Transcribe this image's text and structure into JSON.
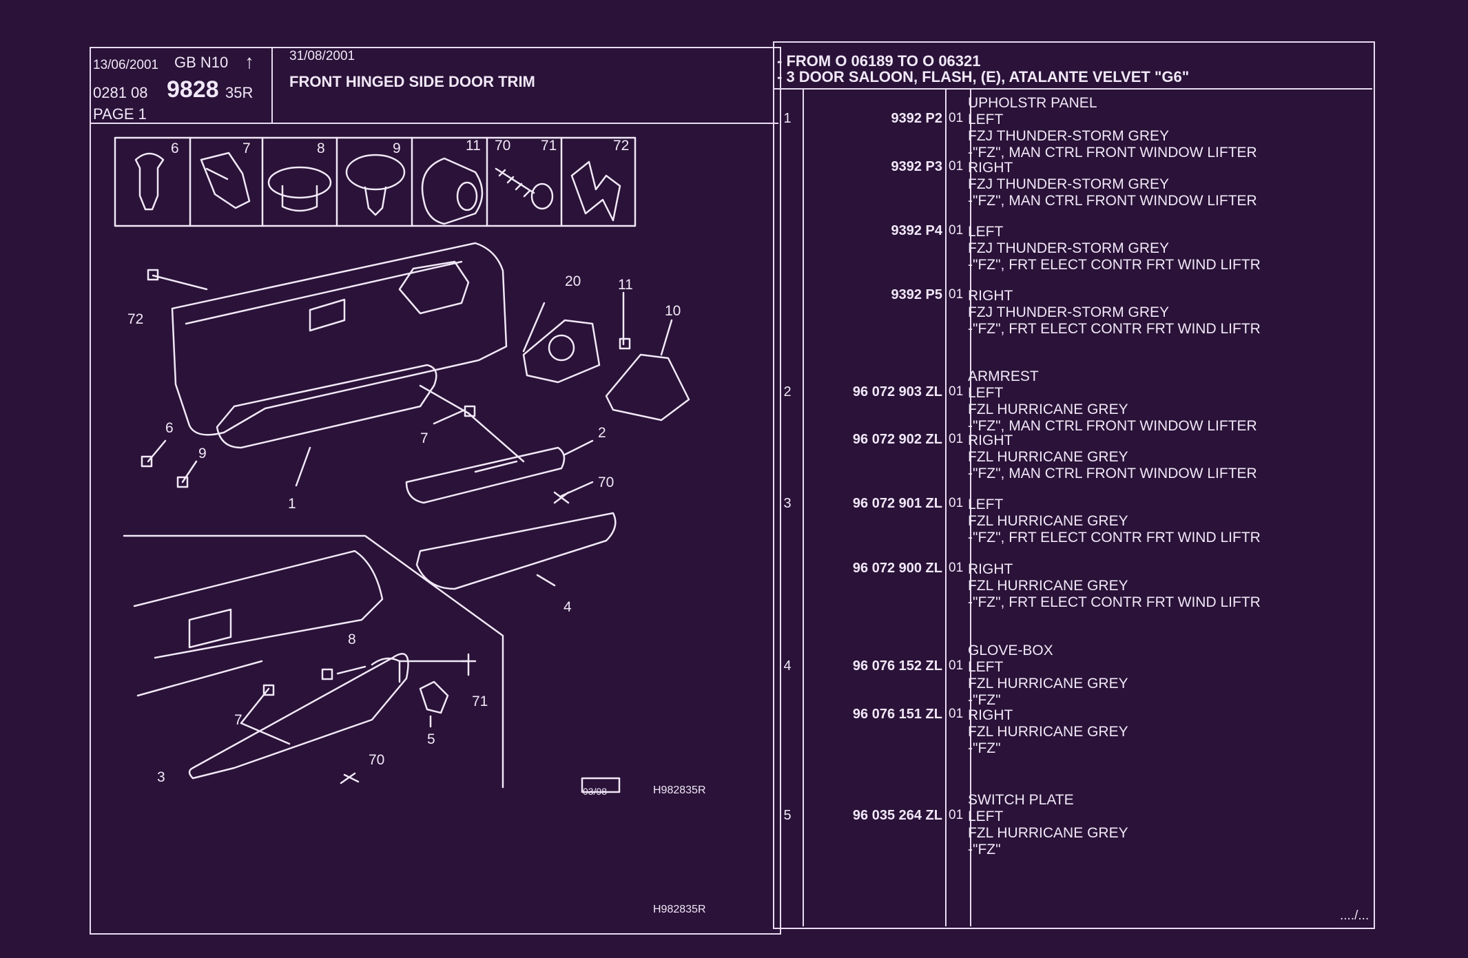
{
  "header": {
    "date1": "13/06/2001",
    "market": "GB N10",
    "arrow": "↑",
    "code_prefix": "0281 08",
    "code_main": "9828",
    "code_suffix": "35R",
    "page": "PAGE 1",
    "date2": "31/08/2001",
    "title": "FRONT HINGED SIDE DOOR TRIM",
    "range": "- FROM O 06189 TO O 06321",
    "model": "- 3 DOOR SALOON, FLASH, (E), ATALANTE VELVET \"G6\""
  },
  "diagram": {
    "thumb_labels": [
      "6",
      "7",
      "8",
      "9",
      "11",
      "70",
      "71",
      "72"
    ],
    "callouts": [
      "72",
      "20",
      "11",
      "10",
      "6",
      "9",
      "7",
      "2",
      "70",
      "1",
      "4",
      "8",
      "71",
      "7",
      "5",
      "3",
      "70"
    ],
    "stamp": "03/98",
    "ref_code": "H982835R",
    "ref_code_bottom": "H982835R"
  },
  "parts": [
    {
      "idx": "1",
      "ref": "9392 P2",
      "qty": "01",
      "heading": "UPHOLSTR PANEL",
      "lines": [
        "LEFT",
        "FZJ THUNDER-STORM GREY",
        "-\"FZ\", MAN CTRL FRONT WINDOW LIFTER"
      ]
    },
    {
      "idx": "",
      "ref": "9392 P3",
      "qty": "01",
      "heading": "",
      "lines": [
        "RIGHT",
        "FZJ THUNDER-STORM GREY",
        "-\"FZ\", MAN CTRL FRONT WINDOW LIFTER"
      ]
    },
    {
      "idx": "",
      "ref": "9392 P4",
      "qty": "01",
      "heading": "",
      "lines": [
        "LEFT",
        "FZJ THUNDER-STORM GREY",
        "-\"FZ\", FRT ELECT CONTR FRT WIND LIFTR"
      ]
    },
    {
      "idx": "",
      "ref": "9392 P5",
      "qty": "01",
      "heading": "",
      "lines": [
        "RIGHT",
        "FZJ THUNDER-STORM GREY",
        "-\"FZ\", FRT ELECT CONTR FRT WIND LIFTR"
      ]
    },
    {
      "idx": "2",
      "ref": "96 072 903 ZL",
      "qty": "01",
      "heading": "ARMREST",
      "lines": [
        "LEFT",
        "FZL HURRICANE GREY",
        "-\"FZ\", MAN CTRL FRONT WINDOW LIFTER"
      ]
    },
    {
      "idx": "",
      "ref": "96 072 902 ZL",
      "qty": "01",
      "heading": "",
      "lines": [
        "RIGHT",
        "FZL HURRICANE GREY",
        "-\"FZ\", MAN CTRL FRONT WINDOW LIFTER"
      ]
    },
    {
      "idx": "3",
      "ref": "96 072 901 ZL",
      "qty": "01",
      "heading": "",
      "lines": [
        "LEFT",
        "FZL HURRICANE GREY",
        "-\"FZ\", FRT ELECT CONTR FRT WIND LIFTR"
      ]
    },
    {
      "idx": "",
      "ref": "96 072 900 ZL",
      "qty": "01",
      "heading": "",
      "lines": [
        "RIGHT",
        "FZL HURRICANE GREY",
        "-\"FZ\", FRT ELECT CONTR FRT WIND LIFTR"
      ]
    },
    {
      "idx": "4",
      "ref": "96 076 152 ZL",
      "qty": "01",
      "heading": "GLOVE-BOX",
      "lines": [
        "LEFT",
        "FZL HURRICANE GREY",
        "-\"FZ\""
      ]
    },
    {
      "idx": "",
      "ref": "96 076 151 ZL",
      "qty": "01",
      "heading": "",
      "lines": [
        "RIGHT",
        "FZL HURRICANE GREY",
        "-\"FZ\""
      ]
    },
    {
      "idx": "5",
      "ref": "96 035 264 ZL",
      "qty": "01",
      "heading": "SWITCH PLATE",
      "lines": [
        "LEFT",
        "FZL HURRICANE GREY",
        "-\"FZ\""
      ]
    }
  ],
  "footer": {
    "continued": "..../..."
  },
  "colors": {
    "background": "#2a1238",
    "ink": "#f1e8f8"
  }
}
